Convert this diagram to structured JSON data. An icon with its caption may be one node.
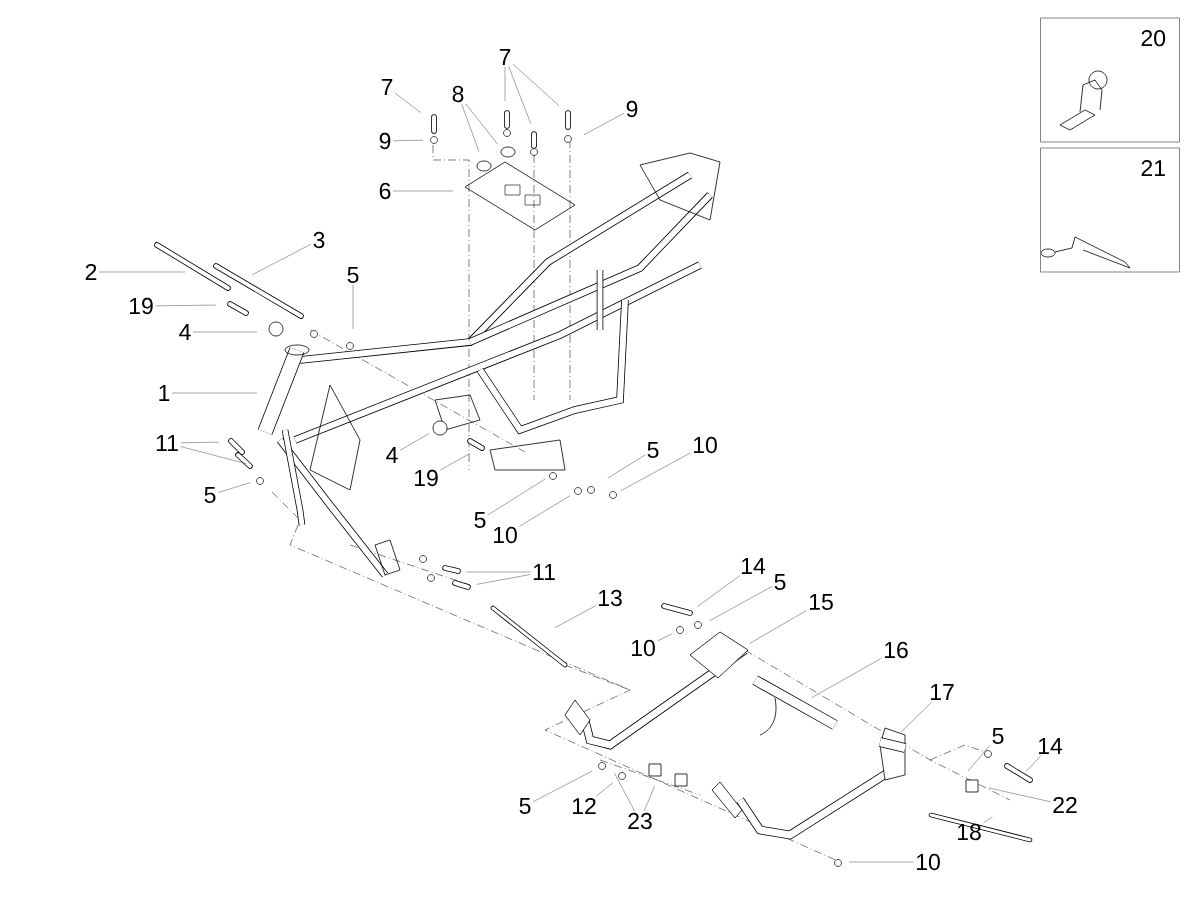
{
  "diagram": {
    "nodes": [
      {
        "text": [
          "20"
        ]
      },
      {
        "text": [
          "21"
        ]
      },
      {
        "text": [
          "7"
        ]
      },
      {
        "text": [
          "7"
        ]
      },
      {
        "text": [
          "8"
        ]
      },
      {
        "text": [
          "9"
        ]
      },
      {
        "text": [
          "9"
        ]
      },
      {
        "text": [
          "6"
        ]
      },
      {
        "text": [
          "3"
        ]
      },
      {
        "text": [
          "2"
        ]
      },
      {
        "text": [
          "19"
        ]
      },
      {
        "text": [
          "5"
        ]
      },
      {
        "text": [
          "4"
        ]
      },
      {
        "text": [
          "1"
        ]
      },
      {
        "text": [
          "11"
        ]
      },
      {
        "text": [
          "10"
        ]
      },
      {
        "text": [
          "5"
        ]
      },
      {
        "text": [
          "4"
        ]
      },
      {
        "text": [
          "19"
        ]
      },
      {
        "text": [
          "5"
        ]
      },
      {
        "text": [
          "5"
        ]
      },
      {
        "text": [
          "10"
        ]
      },
      {
        "text": [
          "11"
        ]
      },
      {
        "text": [
          "14"
        ]
      },
      {
        "text": [
          "5"
        ]
      },
      {
        "text": [
          "13"
        ]
      },
      {
        "text": [
          "15"
        ]
      },
      {
        "text": [
          "10"
        ]
      },
      {
        "text": [
          "16"
        ]
      },
      {
        "text": [
          "17"
        ]
      },
      {
        "text": [
          "5"
        ]
      },
      {
        "text": [
          "14"
        ]
      },
      {
        "text": [
          "22"
        ]
      },
      {
        "text": [
          "5"
        ]
      },
      {
        "text": [
          "12"
        ]
      },
      {
        "text": [
          "23"
        ]
      },
      {
        "text": [
          "18"
        ]
      },
      {
        "text": [
          "10"
        ]
      }
    ],
    "edges": [
      {
        "from": 2,
        "to": null,
        "arrow": "none"
      },
      {
        "from": 2,
        "to": null,
        "arrow": "none"
      },
      {
        "from": 2,
        "to": null,
        "arrow": "none"
      },
      {
        "from": 3,
        "to": null,
        "arrow": "none"
      },
      {
        "from": 4,
        "to": null,
        "arrow": "none"
      },
      {
        "from": 4,
        "to": null,
        "arrow": "none"
      },
      {
        "from": 5,
        "to": null,
        "arrow": "none"
      },
      {
        "from": 6,
        "to": null,
        "arrow": "none"
      },
      {
        "from": 7,
        "to": null,
        "arrow": "none"
      },
      {
        "from": 8,
        "to": null,
        "arrow": "none"
      },
      {
        "from": 9,
        "to": null,
        "arrow": "none"
      },
      {
        "from": 10,
        "to": null,
        "arrow": "none"
      },
      {
        "from": 11,
        "to": null,
        "arrow": "none"
      },
      {
        "from": 12,
        "to": null,
        "arrow": "none"
      },
      {
        "from": 13,
        "to": null,
        "arrow": "none"
      },
      {
        "from": 14,
        "to": null,
        "arrow": "none"
      },
      {
        "from": 14,
        "to": null,
        "arrow": "none"
      },
      {
        "from": 15,
        "to": null,
        "arrow": "none"
      },
      {
        "from": 16,
        "to": null,
        "arrow": "none"
      },
      {
        "from": 17,
        "to": null,
        "arrow": "none"
      },
      {
        "from": 18,
        "to": null,
        "arrow": "none"
      },
      {
        "from": 19,
        "to": null,
        "arrow": "none"
      },
      {
        "from": 20,
        "to": null,
        "arrow": "none"
      },
      {
        "from": 21,
        "to": null,
        "arrow": "none"
      },
      {
        "from": 22,
        "to": null,
        "arrow": "none"
      },
      {
        "from": 22,
        "to": null,
        "arrow": "none"
      },
      {
        "from": 23,
        "to": null,
        "arrow": "none"
      },
      {
        "from": 24,
        "to": null,
        "arrow": "none"
      },
      {
        "from": 25,
        "to": null,
        "arrow": "none"
      },
      {
        "from": 26,
        "to": null,
        "arrow": "none"
      },
      {
        "from": 27,
        "to": null,
        "arrow": "none"
      },
      {
        "from": 28,
        "to": null,
        "arrow": "none"
      },
      {
        "from": 29,
        "to": null,
        "arrow": "none"
      },
      {
        "from": 30,
        "to": null,
        "arrow": "none"
      },
      {
        "from": 31,
        "to": null,
        "arrow": "none"
      },
      {
        "from": 32,
        "to": null,
        "arrow": "none"
      },
      {
        "from": 33,
        "to": null,
        "arrow": "none"
      },
      {
        "from": 34,
        "to": null,
        "arrow": "none"
      },
      {
        "from": 35,
        "to": null,
        "arrow": "none"
      },
      {
        "from": 35,
        "to": null,
        "arrow": "none"
      },
      {
        "from": 36,
        "to": null,
        "arrow": "none"
      },
      {
        "from": 37,
        "to": null,
        "arrow": "none"
      }
    ]
  }
}
